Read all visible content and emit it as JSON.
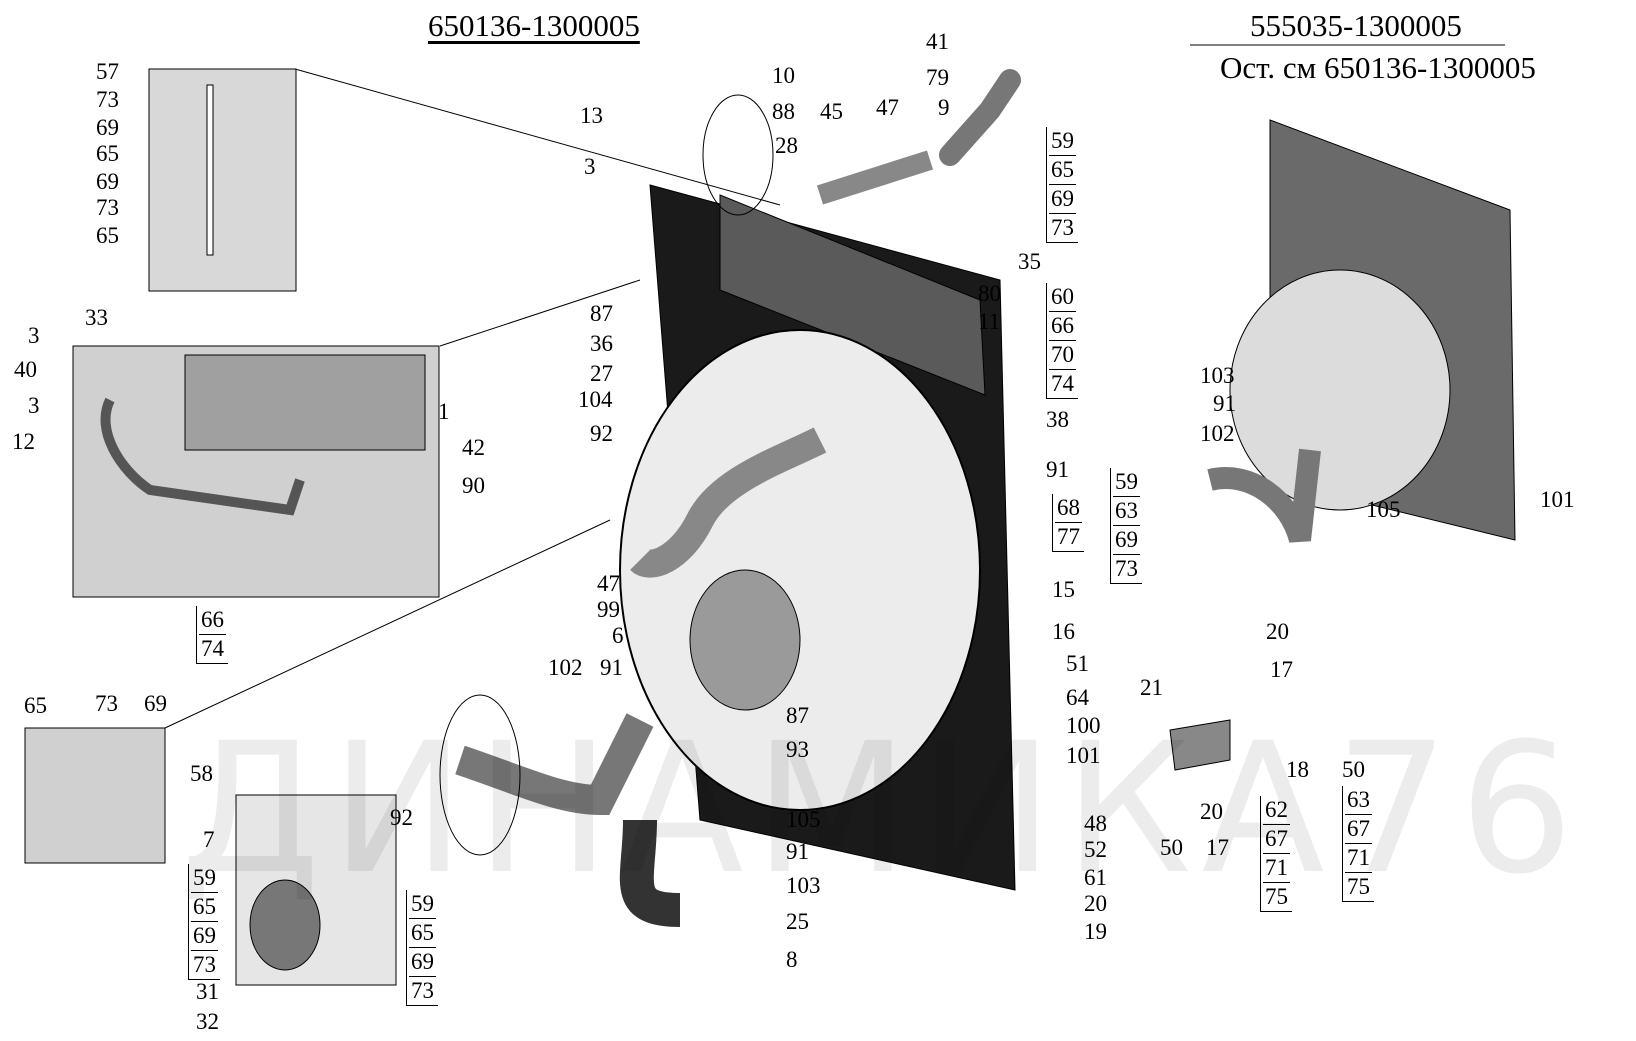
{
  "titles": {
    "main": "650136-1300005",
    "alt": "555035-1300005",
    "alt_note": "Ост. см 650136-1300005"
  },
  "watermark": "ДИНАМИКА76",
  "labels": {
    "l57": "57",
    "l73a": "73",
    "l69a": "69",
    "l65a": "65",
    "l69b": "69",
    "l73b": "73",
    "l65b": "65",
    "l13": "13",
    "l3a": "3",
    "l10": "10",
    "l88": "88",
    "l45": "45",
    "l47a": "47",
    "l28": "28",
    "l41": "41",
    "l79": "79",
    "l9": "9",
    "l35": "35",
    "l80": "80",
    "l11": "11",
    "l33": "33",
    "l3b": "3",
    "l40": "40",
    "l3c": "3",
    "l12": "12",
    "l1": "1",
    "l42": "42",
    "l90": "90",
    "l87a": "87",
    "l36": "36",
    "l27": "27",
    "l104": "104",
    "l92a": "92",
    "l38": "38",
    "l91a": "91",
    "l68": "68",
    "l15": "15",
    "l16": "16",
    "l47b": "47",
    "l99": "99",
    "l6": "6",
    "l51": "51",
    "l64": "64",
    "l100": "100",
    "l101a": "101",
    "l87b": "87",
    "l93": "93",
    "l102a": "102",
    "l91b": "91",
    "l65c": "65",
    "l73c": "73",
    "l69c": "69",
    "l58": "58",
    "l92b": "92",
    "l7": "7",
    "l105a": "105",
    "l91c": "91",
    "l103a": "103",
    "l25": "25",
    "l8": "8",
    "l31": "31",
    "l32": "32",
    "l48": "48",
    "l52": "52",
    "l61": "61",
    "l20a": "20",
    "l19": "19",
    "l50a": "50",
    "l17a": "17",
    "l20b": "20",
    "l21": "21",
    "l20c": "20",
    "l17b": "17",
    "l18": "18",
    "l50b": "50",
    "l103b": "103",
    "l91d": "91",
    "l102b": "102",
    "l105b": "105",
    "l101b": "101"
  },
  "boxes": {
    "b1": [
      "59",
      "65",
      "69",
      "73"
    ],
    "b2": [
      "60",
      "66",
      "70",
      "74"
    ],
    "b3": [
      "59",
      "63",
      "69",
      "73"
    ],
    "b4": [
      "68",
      "77"
    ],
    "b5": [
      "66",
      "74"
    ],
    "b6": [
      "59",
      "65",
      "69",
      "73"
    ],
    "b7": [
      "59",
      "65",
      "69",
      "73"
    ],
    "b8": [
      "62",
      "67",
      "71",
      "75"
    ],
    "b9": [
      "63",
      "67",
      "71",
      "75"
    ]
  }
}
